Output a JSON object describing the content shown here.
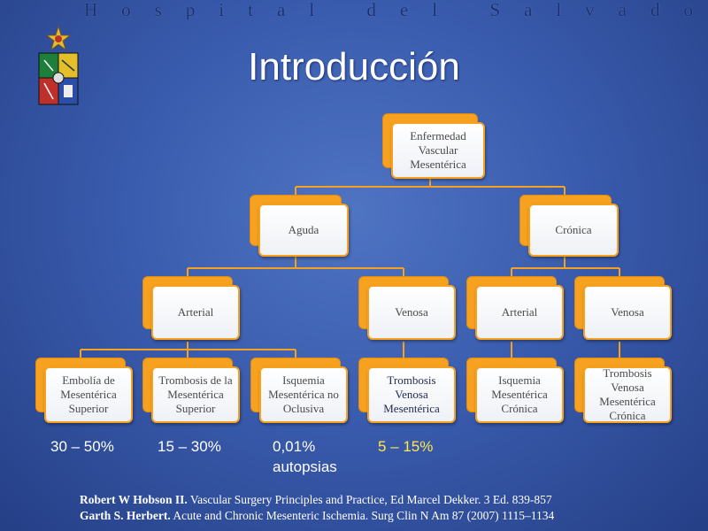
{
  "header": {
    "institution": "Hospital del Salvador"
  },
  "slide": {
    "title": "Introducción"
  },
  "diagram": {
    "root": "Enfermedad Vascular Mesentérica",
    "level1": {
      "aguda": "Aguda",
      "cronica": "Crónica"
    },
    "level2": {
      "aguda_arterial": "Arterial",
      "aguda_venosa": "Venosa",
      "cronica_arterial": "Arterial",
      "cronica_venosa": "Venosa"
    },
    "level3": {
      "embolia": "Embolía de Mesentérica Superior",
      "trombosis_ms": "Trombosis de la Mesentérica Superior",
      "isquemia_no_oclusiva": "Isquemia Mesentérica no Oclusiva",
      "trombosis_venosa": "Trombosis Venosa Mesentérica",
      "isquemia_cronica": "Isquemia Mesentérica Crónica",
      "trombosis_venosa_cronica": "Trombosis Venosa Mesentérica Crónica"
    }
  },
  "stats": {
    "embolia": "30 – 50%",
    "trombosis": "15 – 30%",
    "isquemia_value": "0,01%",
    "isquemia_note": "autopsias",
    "venosa": "5 – 15%"
  },
  "references": [
    {
      "author": "Robert W Hobson  II.",
      "text": " Vascular Surgery Principles and Practice, Ed Marcel Dekker. 3 Ed. 839-857"
    },
    {
      "author": "Garth S. Herbert.",
      "text": " Acute and Chronic Mesenteric Ischemia. Surg Clin N Am 87 (2007) 1115–1134"
    }
  ],
  "colors": {
    "node_accent": "#f6a11f",
    "highlight_stat": "#ffe84a",
    "connector": "#f6a11f"
  }
}
